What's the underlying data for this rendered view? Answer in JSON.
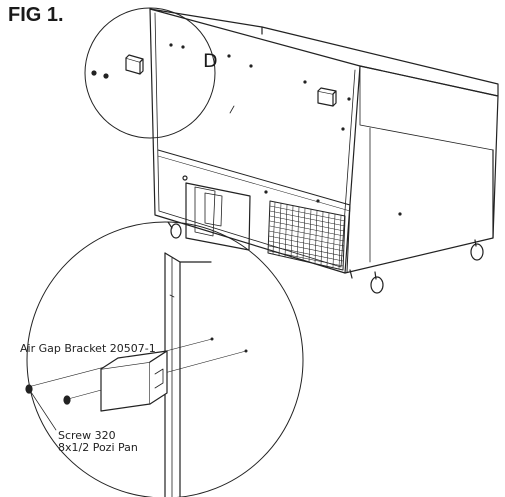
{
  "figure_label": "FIG 1.",
  "detail_label": "D",
  "callouts": {
    "bracket": "Air Gap Bracket 20507-1",
    "screw_line1": "Screw 320",
    "screw_line2": "8x1/2 Pozi Pan"
  }
}
